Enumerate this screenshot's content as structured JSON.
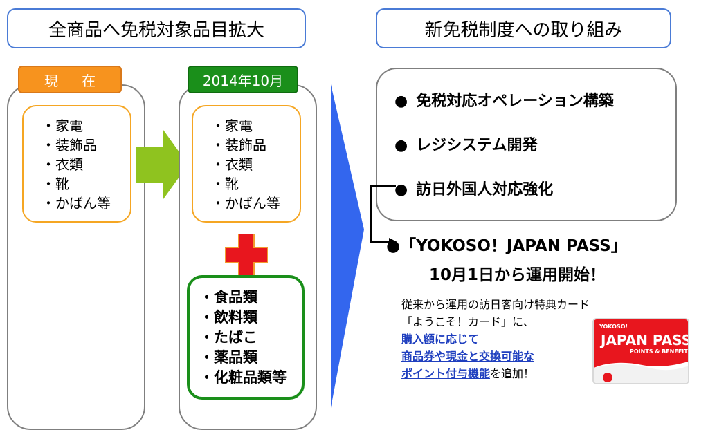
{
  "left_title": "全商品へ免税対象品目拡大",
  "right_title": "新免税制度への取り組み",
  "current": {
    "tab": "現 在",
    "items": [
      "・家電",
      "・装飾品",
      "・衣類",
      "・靴",
      "・かばん等"
    ]
  },
  "future": {
    "tab": "2014年10月",
    "items": [
      "・家電",
      "・装飾品",
      "・衣類",
      "・靴",
      "・かばん等"
    ],
    "new_items": [
      "・食品類",
      "・飲料類",
      "・たばこ",
      "・薬品類",
      "・化粧品類等"
    ]
  },
  "initiatives": {
    "bullet": "●",
    "items": [
      "免税対応オペレーション構築",
      "レジシステム開発",
      "訪日外国人対応強化"
    ]
  },
  "pass": {
    "line1": "●「YOKOSO！JAPAN PASS」",
    "line2": "10月1日から運用開始！",
    "desc1": "従来から運用の訪日客向け特典カード",
    "desc2": "「ようこそ！カード」に、",
    "link1": "購入額に応じて",
    "link2": "商品券や現金と交換可能な",
    "link3": "ポイント付与機能",
    "tail": "を追加！"
  },
  "card": {
    "top": "YOKOSO!",
    "main": "JAPAN PASS",
    "sub": "POINTS & BENEFITS"
  },
  "colors": {
    "title_border": "#4a7bd6",
    "orange": "#f7931e",
    "green": "#1a8f1a",
    "arrow_green": "#8fc31f",
    "blue": "#3366ee",
    "red": "#e8161e"
  }
}
